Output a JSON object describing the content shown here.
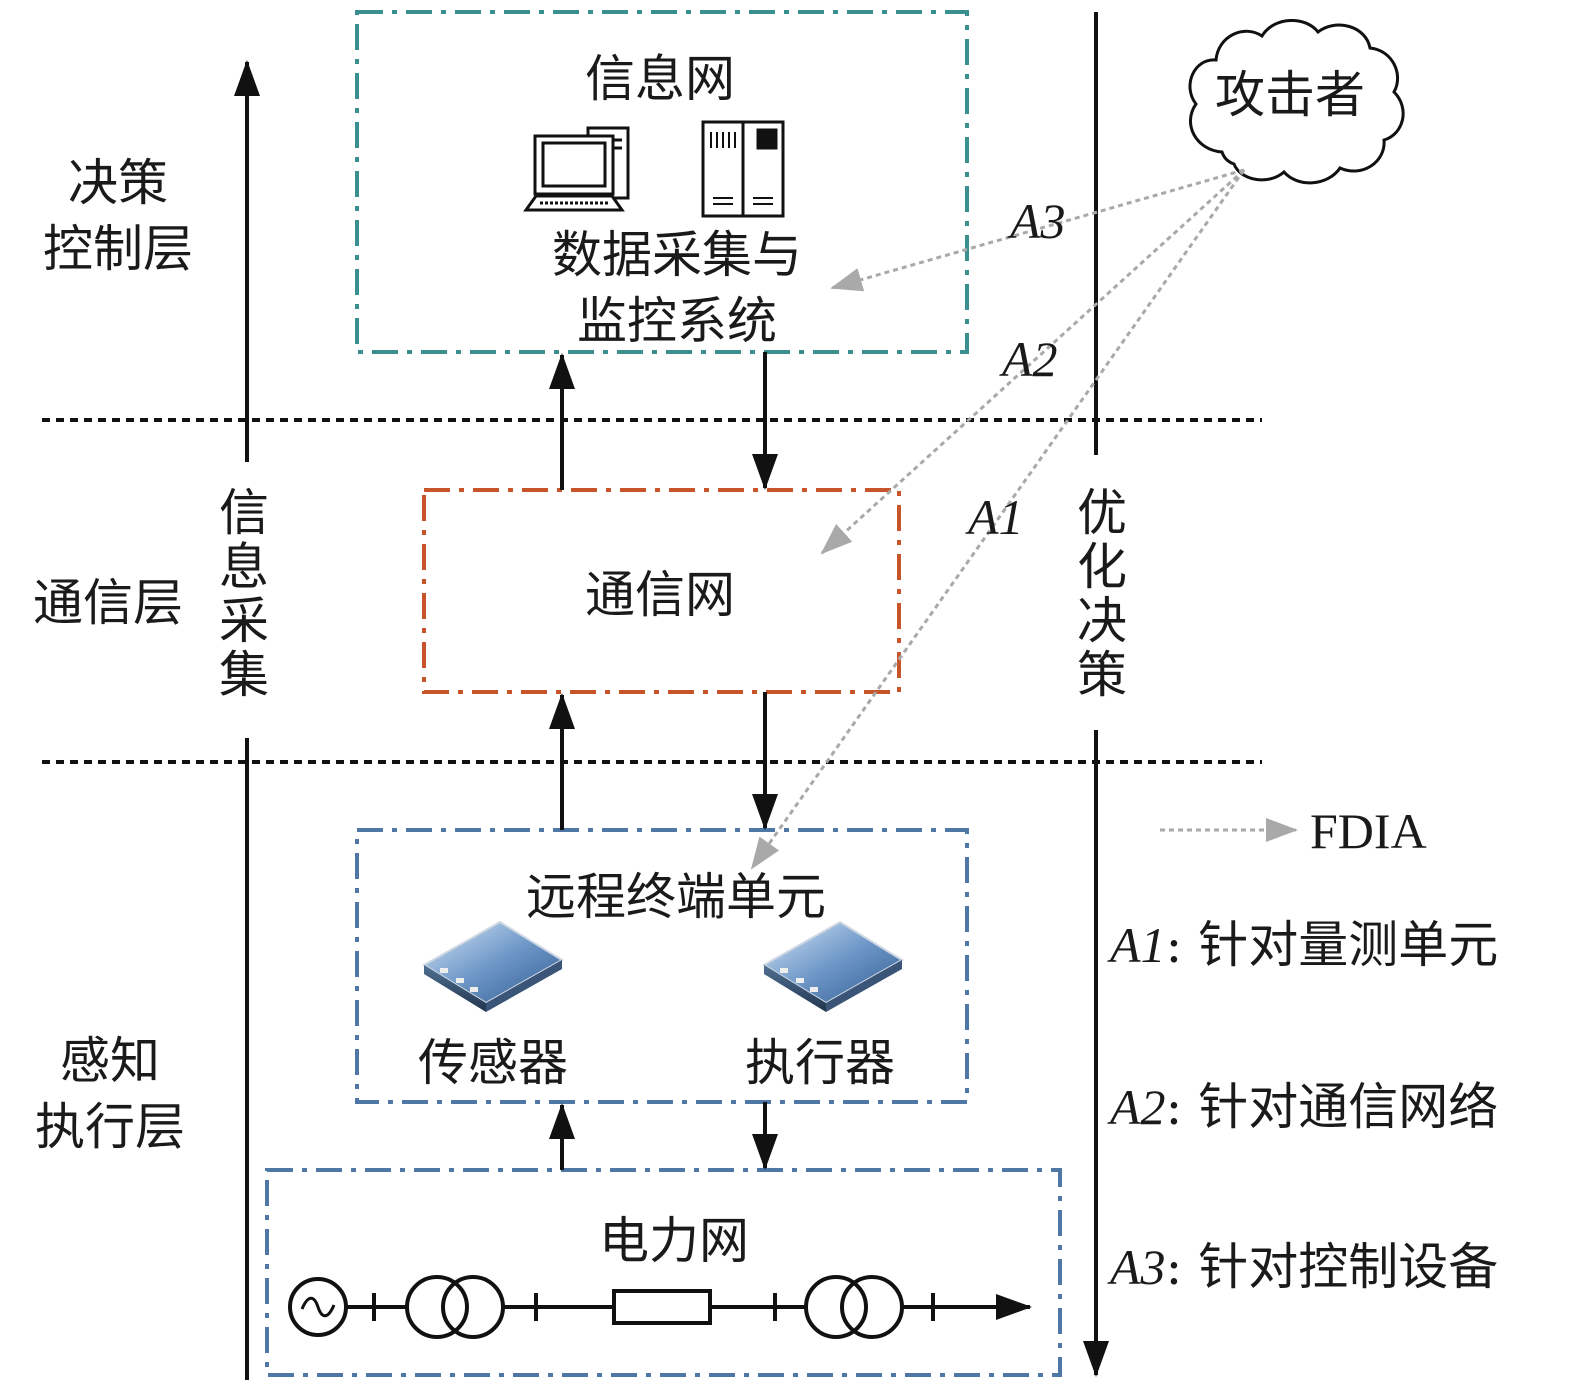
{
  "layers": {
    "decision_line1": "决策",
    "decision_line2": "控制层",
    "communication": "通信层",
    "perception_line1": "感知",
    "perception_line2": "执行层"
  },
  "flows": {
    "info_collect": [
      "信",
      "息",
      "采",
      "集"
    ],
    "optimize_decide": [
      "优",
      "化",
      "决",
      "策"
    ]
  },
  "boxes": {
    "info_net": {
      "title": "信息网",
      "scada_line1": "数据采集与",
      "scada_line2": "监控系统",
      "color": "#3a8f8f"
    },
    "comm_net": {
      "title": "通信网",
      "color": "#c8552a"
    },
    "rtu": {
      "title": "远程终端单元",
      "sensor": "传感器",
      "actuator": "执行器",
      "color": "#4f77a6"
    },
    "power_grid": {
      "title": "电力网",
      "color": "#4f77a6"
    }
  },
  "attacker": {
    "label": "攻击者"
  },
  "attacks": {
    "a1_label": "A1",
    "a2_label": "A2",
    "a3_label": "A3",
    "color": "#a9a9a9"
  },
  "legend": {
    "fdia": "FDIA",
    "a1_code": "A1",
    "a1_desc": ": 针对量测单元",
    "a2_code": "A2",
    "a2_desc": ": 针对通信网络",
    "a3_code": "A3",
    "a3_desc": ": 针对控制设备"
  }
}
